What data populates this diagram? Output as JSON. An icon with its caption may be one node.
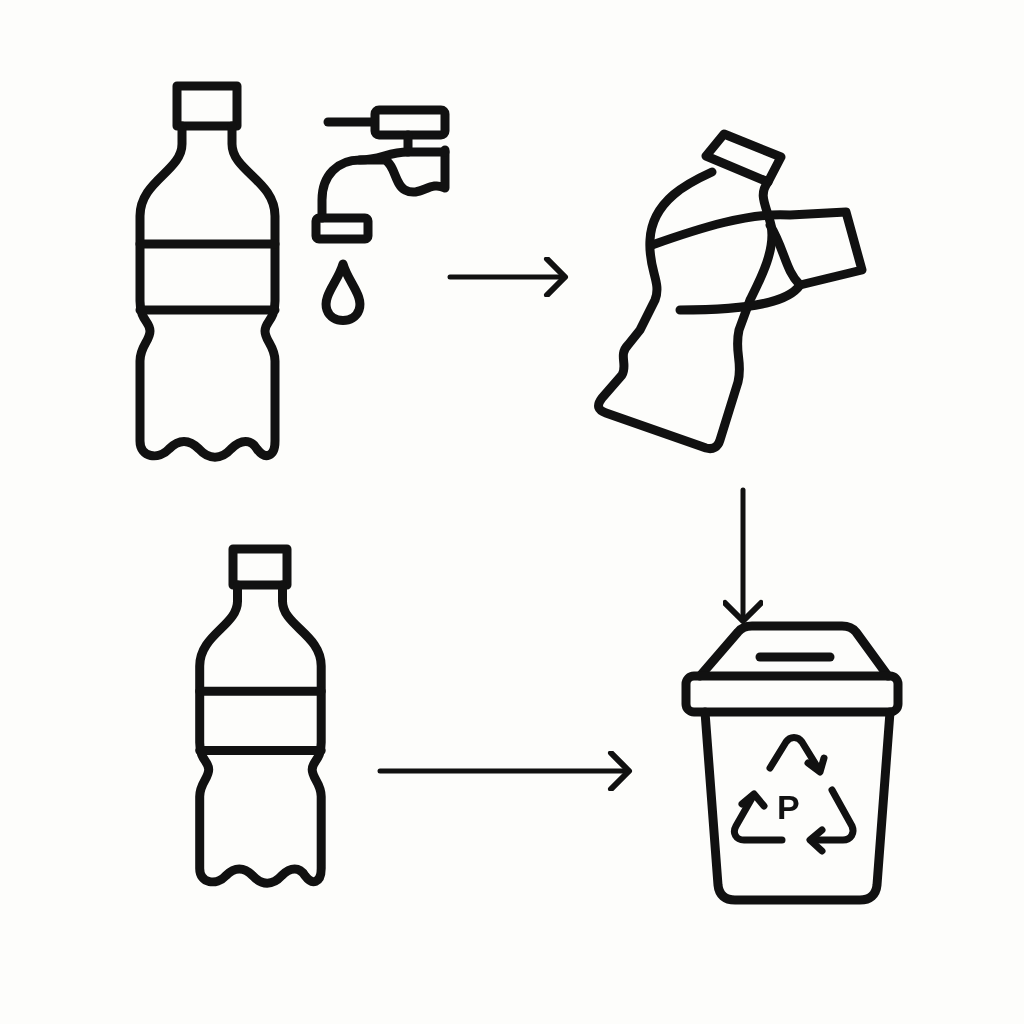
{
  "diagram": {
    "nodes": [
      {
        "text": [],
        "shape": "picture"
      },
      {
        "text": [],
        "shape": "picture"
      },
      {
        "text": [],
        "shape": "picture"
      },
      {
        "text": [
          "P"
        ]
      }
    ],
    "edges": [
      {
        "from": 0,
        "to": 1,
        "arrow": "to"
      },
      {
        "from": 1,
        "to": 3,
        "arrow": "to"
      },
      {
        "from": 2,
        "to": 3,
        "arrow": "to"
      }
    ]
  }
}
